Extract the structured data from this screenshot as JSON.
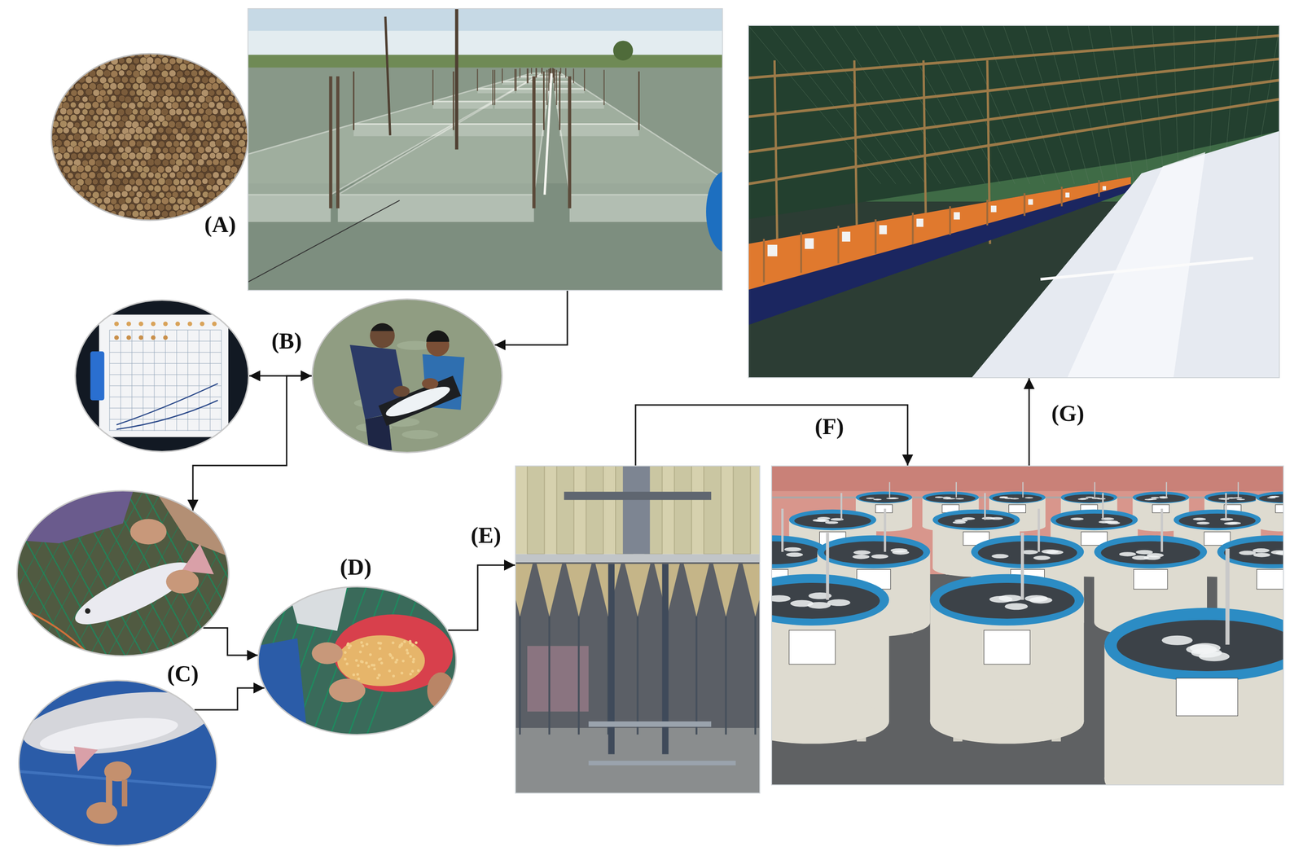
{
  "diagram": {
    "nodes": [
      {
        "text": [
          "(A)"
        ]
      },
      {
        "text": []
      },
      {
        "text": []
      },
      {
        "text": []
      },
      {
        "text": [
          "(C)"
        ]
      },
      {
        "text": [
          "(D)"
        ]
      },
      {
        "text": [
          "(E)"
        ]
      },
      {
        "text": []
      },
      {
        "text": []
      }
    ],
    "edges": [
      {
        "from": 0,
        "to": 2,
        "arrow": "to"
      },
      {
        "from": 1,
        "to": 2,
        "arrow": "both",
        "label": "(B)"
      },
      {
        "from": 2,
        "to": 3,
        "arrow": "to"
      },
      {
        "from": 3,
        "to": 5,
        "arrow": "to"
      },
      {
        "from": 4,
        "to": 5,
        "arrow": "to"
      },
      {
        "from": 5,
        "to": 6,
        "arrow": "to"
      },
      {
        "from": 6,
        "to": 7,
        "arrow": "to",
        "label": "(F)"
      },
      {
        "from": 7,
        "to": 8,
        "arrow": "to",
        "label": "(G)"
      }
    ]
  }
}
